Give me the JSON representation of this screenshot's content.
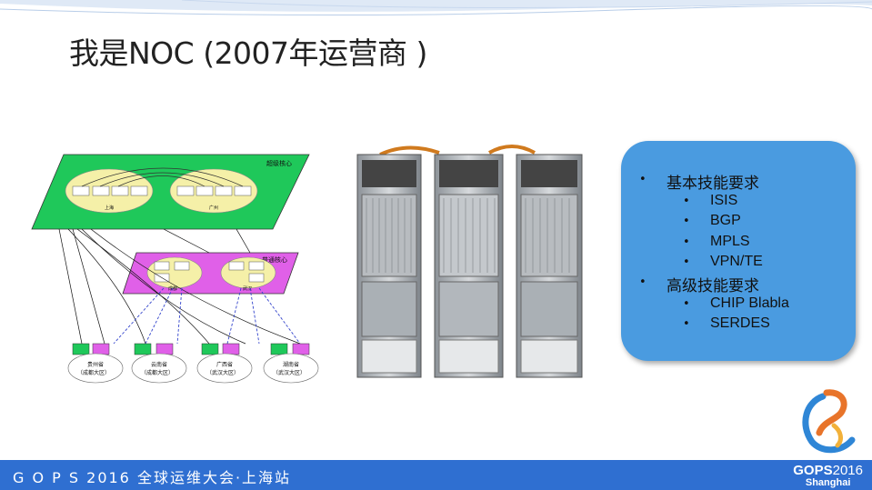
{
  "slide": {
    "title": "我是NOC (2007年运营商 )"
  },
  "diagram": {
    "core_label": "超级核心",
    "normal_label": "普通核心",
    "core_nodes": [
      {
        "name": "上海"
      },
      {
        "name": "广州"
      }
    ],
    "normal_nodes": [
      {
        "name": "成都"
      },
      {
        "name": "武汉"
      }
    ],
    "provinces": [
      {
        "name": "贵州省",
        "region": "（成都大区）"
      },
      {
        "name": "云南省",
        "region": "（成都大区）"
      },
      {
        "name": "广西省",
        "region": "（武汉大区）"
      },
      {
        "name": "湖南省",
        "region": "（武汉大区）"
      }
    ]
  },
  "skills": {
    "basic_label": "基本技能要求",
    "basic_items": [
      "ISIS",
      "BGP",
      "MPLS",
      "VPN/TE"
    ],
    "advanced_label": "高级技能要求",
    "advanced_items": [
      "CHIP Blabla",
      "SERDES"
    ]
  },
  "footer": {
    "event": "G O P S 2016 全球运维大会·上海站",
    "brand_main": "GOPS",
    "brand_year": "2016",
    "brand_city": "Shanghai"
  },
  "colors": {
    "footer_bg": "#2f6fd1",
    "bubble_bg": "#4a9be0",
    "core_plane": "#1fc85a",
    "normal_plane": "#e060e8"
  }
}
